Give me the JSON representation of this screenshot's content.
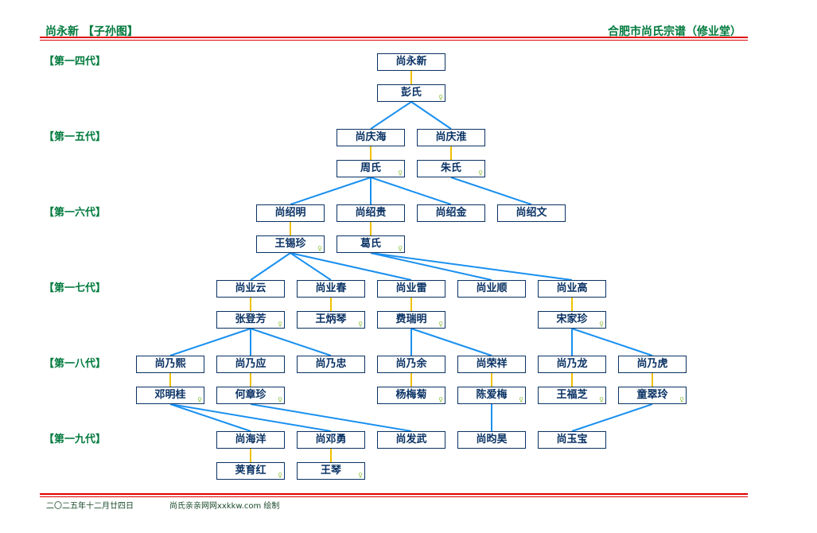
{
  "header": {
    "title": "尚永新 【子孙图】",
    "site": "合肥市尚氏宗谱（修业堂）"
  },
  "generations": [
    "【第一四代】",
    "【第一五代】",
    "【第一六代】",
    "【第一七代】",
    "【第一八代】",
    "【第一九代】"
  ],
  "female_symbol": "♀",
  "nodes": [
    {
      "id": "a1",
      "name": "尚永新"
    },
    {
      "id": "a1s",
      "name": "彭氏",
      "spouse_of": "a1"
    },
    {
      "id": "b1",
      "name": "尚庆海",
      "parent": "a1s"
    },
    {
      "id": "b2",
      "name": "尚庆淮",
      "parent": "a1s"
    },
    {
      "id": "b1s",
      "name": "周氏",
      "spouse_of": "b1"
    },
    {
      "id": "b2s",
      "name": "朱氏",
      "spouse_of": "b2"
    },
    {
      "id": "c1",
      "name": "尚绍明",
      "parent": "b1s"
    },
    {
      "id": "c2",
      "name": "尚绍贵",
      "parent": "b1s"
    },
    {
      "id": "c3",
      "name": "尚绍金",
      "parent": "b1s"
    },
    {
      "id": "c4",
      "name": "尚绍文",
      "parent": "b2s"
    },
    {
      "id": "c1s",
      "name": "王锡珍",
      "spouse_of": "c1"
    },
    {
      "id": "c2s",
      "name": "葛氏",
      "spouse_of": "c2"
    },
    {
      "id": "d1",
      "name": "尚业云",
      "parent": "c1s"
    },
    {
      "id": "d2",
      "name": "尚业春",
      "parent": "c1s"
    },
    {
      "id": "d3",
      "name": "尚业雷",
      "parent": "c1s"
    },
    {
      "id": "d4",
      "name": "尚业顺",
      "parent": "c2s"
    },
    {
      "id": "d5",
      "name": "尚业高",
      "parent": "c2s"
    },
    {
      "id": "d1s",
      "name": "张登芳",
      "spouse_of": "d1"
    },
    {
      "id": "d2s",
      "name": "王炳琴",
      "spouse_of": "d2"
    },
    {
      "id": "d3s",
      "name": "费瑞明",
      "spouse_of": "d3"
    },
    {
      "id": "d5s",
      "name": "宋家珍",
      "spouse_of": "d5"
    },
    {
      "id": "e1",
      "name": "尚乃熙",
      "parent": "d1s"
    },
    {
      "id": "e2",
      "name": "尚乃应",
      "parent": "d1s"
    },
    {
      "id": "e3",
      "name": "尚乃忠",
      "parent": "d1s"
    },
    {
      "id": "e4",
      "name": "尚乃余",
      "parent": "d3s"
    },
    {
      "id": "e5",
      "name": "尚荣祥",
      "parent": "d3s"
    },
    {
      "id": "e6",
      "name": "尚乃龙",
      "parent": "d5s"
    },
    {
      "id": "e7",
      "name": "尚乃虎",
      "parent": "d5s"
    },
    {
      "id": "e1s",
      "name": "邓明桂",
      "spouse_of": "e1"
    },
    {
      "id": "e2s",
      "name": "何章珍",
      "spouse_of": "e2"
    },
    {
      "id": "e4s",
      "name": "杨梅菊",
      "spouse_of": "e4"
    },
    {
      "id": "e5s",
      "name": "陈爱梅",
      "spouse_of": "e5"
    },
    {
      "id": "e6s",
      "name": "王福芝",
      "spouse_of": "e6"
    },
    {
      "id": "e7s",
      "name": "童翠玲",
      "spouse_of": "e7"
    },
    {
      "id": "f1",
      "name": "尚海洋",
      "parent": "e1s"
    },
    {
      "id": "f2",
      "name": "尚邓勇",
      "parent": "e1s"
    },
    {
      "id": "f3",
      "name": "尚发武",
      "parent": "e2s"
    },
    {
      "id": "f4",
      "name": "尚昀昊",
      "parent": "e5s"
    },
    {
      "id": "f5",
      "name": "尚玉宝",
      "parent": "e7s"
    },
    {
      "id": "f1s",
      "name": "荚育红",
      "spouse_of": "f1"
    },
    {
      "id": "f2s",
      "name": "王琴",
      "spouse_of": "f2"
    }
  ],
  "footer": {
    "date": "二〇二五年十二月廿四日",
    "credit": "尚氏亲亲网网xxkkw.com 绘制"
  },
  "colors": {
    "title": "#007a3d",
    "rule": "#e00000",
    "box": "#0a3264",
    "parent_line": "#1a90f0",
    "spouse_line": "#f0c000",
    "female": "#8cc040"
  }
}
